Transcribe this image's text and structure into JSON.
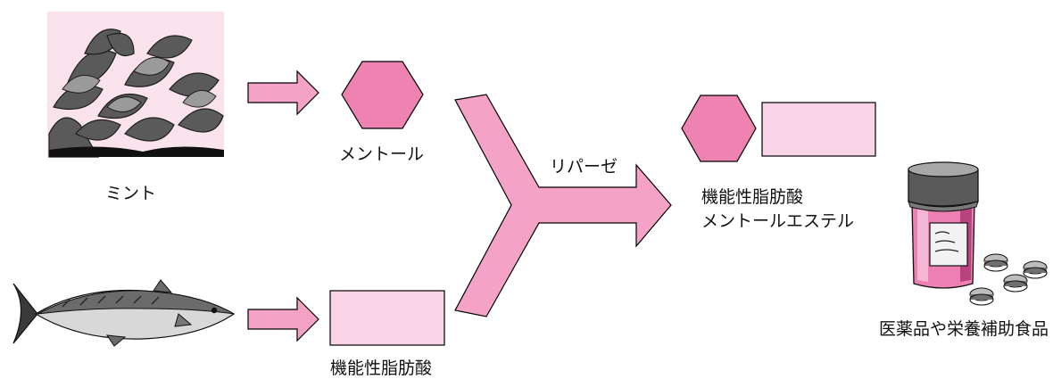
{
  "colors": {
    "arrow_fill": "#f4a3c6",
    "hexagon_fill": "#ee83b1",
    "rect_fill": "#f9d4e6",
    "mint_bg": "#fbe3ee",
    "bottle_body": "#ee7fb3"
  },
  "sources": {
    "mint": {
      "label": "ミント",
      "icon": "mint-leaves-image"
    },
    "fish": {
      "icon": "fish-image"
    }
  },
  "components": {
    "menthol": {
      "label": "メントール"
    },
    "fatty_acid": {
      "label": "機能性脂肪酸"
    }
  },
  "reaction": {
    "enzyme_label": "リパーゼ"
  },
  "product": {
    "label_line1": "機能性脂肪酸",
    "label_line2": "メントールエステル"
  },
  "application": {
    "label": "医薬品や栄養補助食品",
    "icon": "medicine-bottle-image"
  }
}
